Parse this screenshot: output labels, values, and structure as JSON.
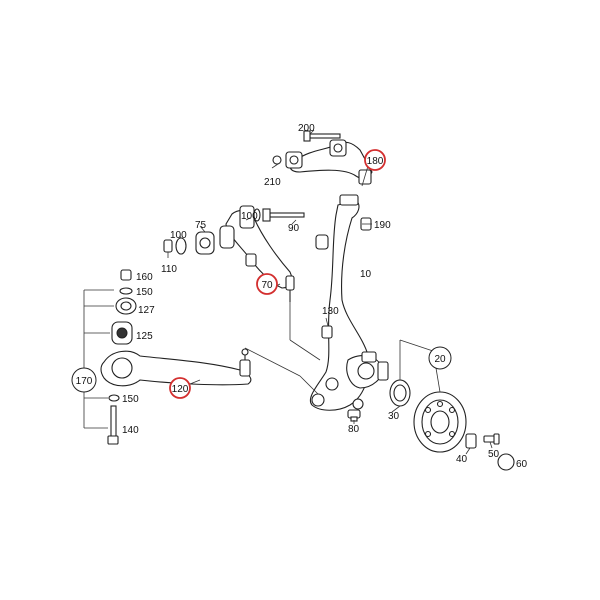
{
  "colors": {
    "background": "#ffffff",
    "line": "#222222",
    "highlight_circle": "#d32f2f",
    "group_circle": "#222222"
  },
  "callouts": {
    "c10": "10",
    "c20": "20",
    "c30": "30",
    "c40": "40",
    "c50": "50",
    "c60": "60",
    "c70": "70",
    "c75": "75",
    "c80": "80",
    "c90": "90",
    "c100a": "100",
    "c100b": "100",
    "c110": "110",
    "c120": "120",
    "c125": "125",
    "c127": "127",
    "c130": "130",
    "c140": "140",
    "c150a": "150",
    "c150b": "150",
    "c160": "160",
    "c170": "170",
    "c180": "180",
    "c190": "190",
    "c200": "200",
    "c210": "210"
  },
  "highlighted_callouts": [
    "70",
    "120",
    "180"
  ],
  "grouped_callouts": [
    "20",
    "170"
  ]
}
